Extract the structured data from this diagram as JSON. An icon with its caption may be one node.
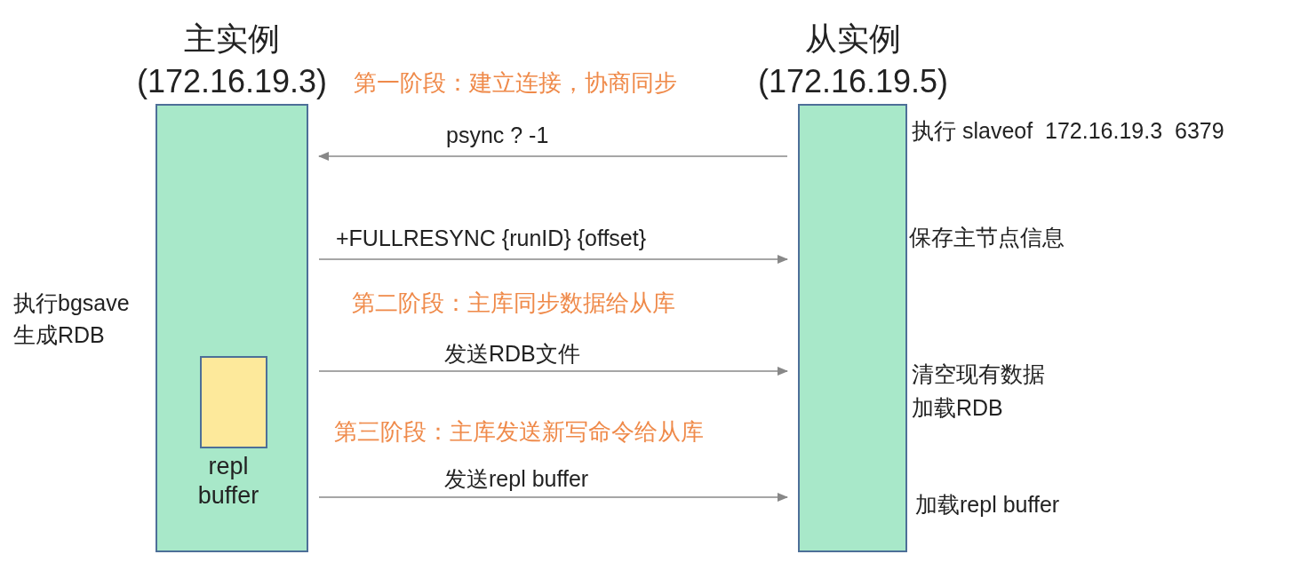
{
  "diagram": {
    "nodes": [
      {
        "text": [
          "主实例 (172.16.19.3)"
        ],
        "beside": [
          "执行bgsave",
          "生成RDB"
        ]
      },
      {
        "text": [
          "repl buffer"
        ],
        "in": 0
      },
      {
        "text": [
          "从实例 (172.16.19.5)"
        ],
        "beside": [
          "执行 slaveof  172.16.19.3  6379",
          "保存主节点信息",
          "清空现有数据",
          "加载RDB",
          "加载repl buffer"
        ]
      }
    ],
    "edges": [
      {
        "from": 2,
        "to": 0,
        "label": "psync ? -1",
        "arrow": "to"
      },
      {
        "from": 0,
        "to": 2,
        "label": "+FULLRESYNC {runID} {offset}",
        "arrow": "to"
      },
      {
        "from": 0,
        "to": 2,
        "label": "发送RDB文件",
        "arrow": "to"
      },
      {
        "from": 0,
        "to": 2,
        "label": "发送repl buffer",
        "arrow": "to"
      }
    ],
    "labels": [
      "第一阶段：建立连接，协商同步",
      "第二阶段：主库同步数据给从库",
      "第三阶段：主库发送新写命令给从库"
    ]
  }
}
